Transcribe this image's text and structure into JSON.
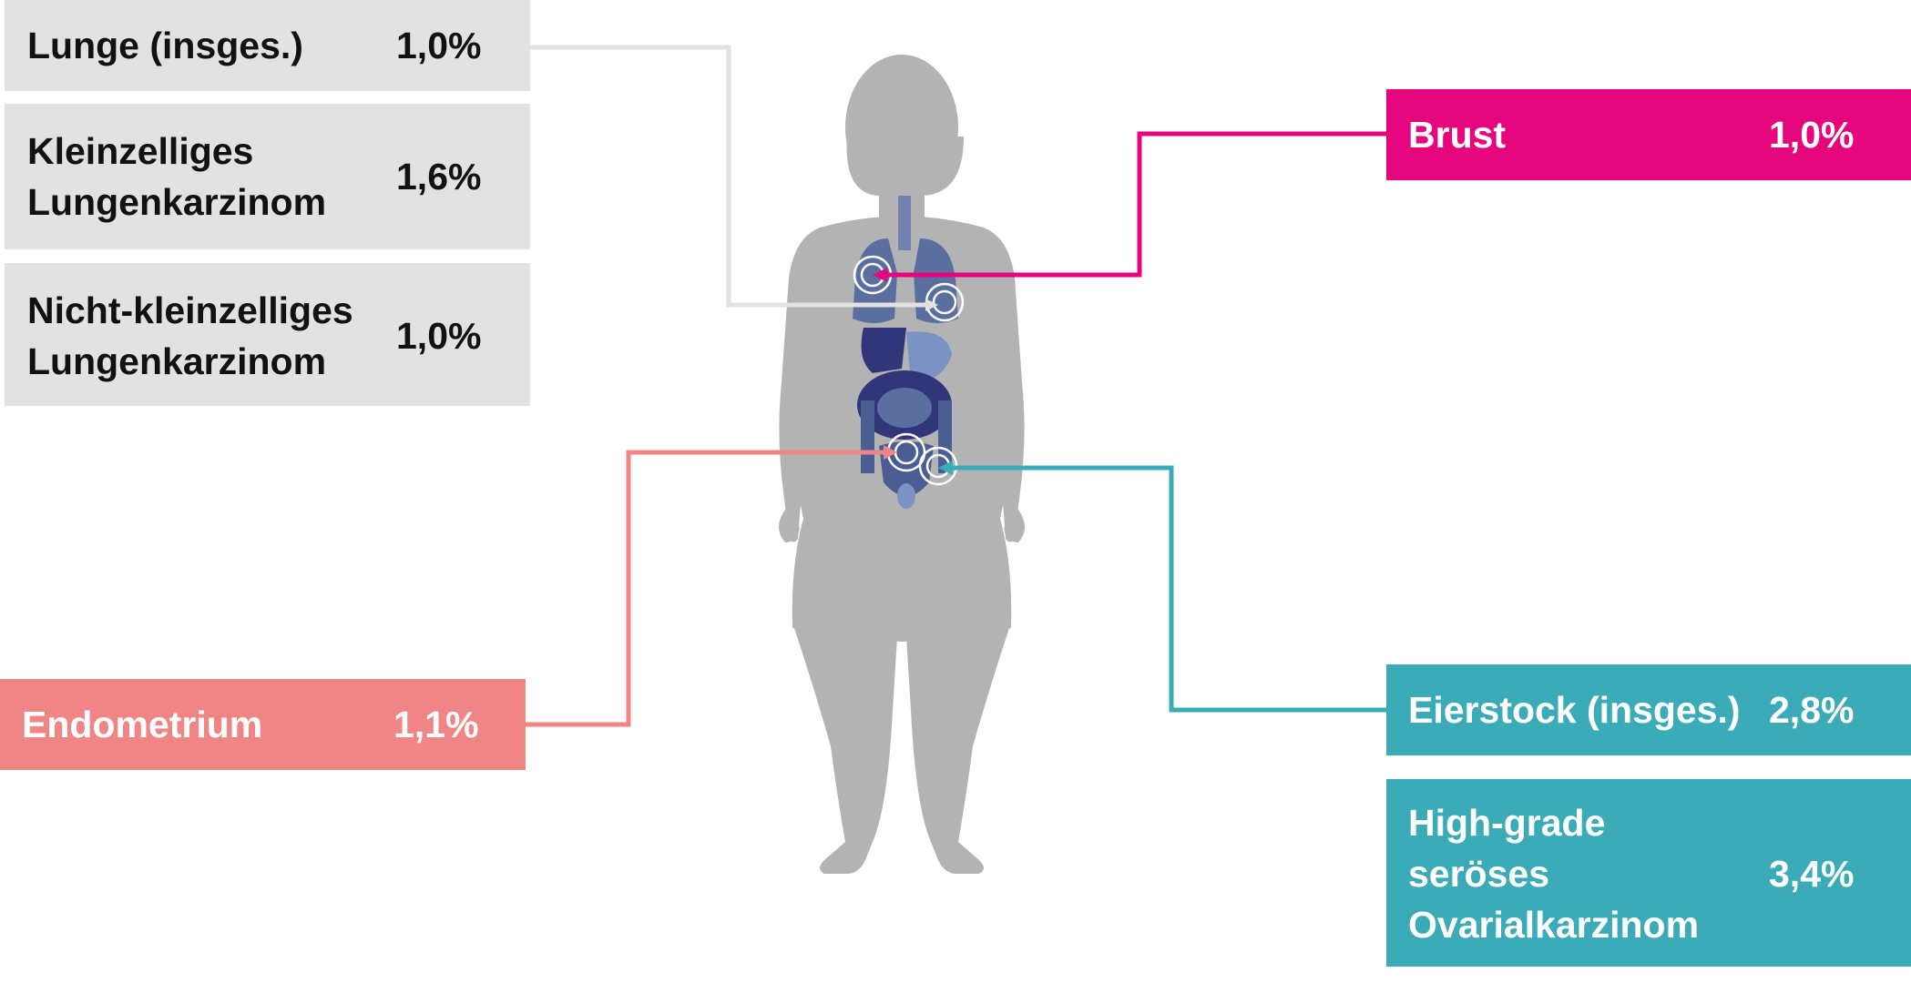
{
  "colors": {
    "grey_box": "#e3e2e3",
    "breast": "#e5067d",
    "endometrium": "#ef8585",
    "ovary": "#3bacb7",
    "silhouette": "#b3b3b3",
    "organs": "#4b5e94"
  },
  "boxes": {
    "lung_total": {
      "label": "Lunge (insges.)",
      "value": "1,0%"
    },
    "sclc": {
      "label": "Kleinzelliges\nLungenkarzinom",
      "value": "1,6%"
    },
    "nsclc": {
      "label": "Nicht-kleinzelliges\nLungenkarzinom",
      "value": "1,0%"
    },
    "breast": {
      "label": "Brust",
      "value": "1,0%"
    },
    "endometrium": {
      "label": "Endometrium",
      "value": "1,1%"
    },
    "ovary_total": {
      "label": "Eierstock (insges.)",
      "value": "2,8%"
    },
    "hgsoc": {
      "label": "High-grade\nseröses\nOvarialkarzinom",
      "value": "3,4%"
    }
  },
  "figure": {
    "body": "human-female-silhouette-icon",
    "organs": "internal-organs-icon",
    "target": "target-circle-icon"
  }
}
